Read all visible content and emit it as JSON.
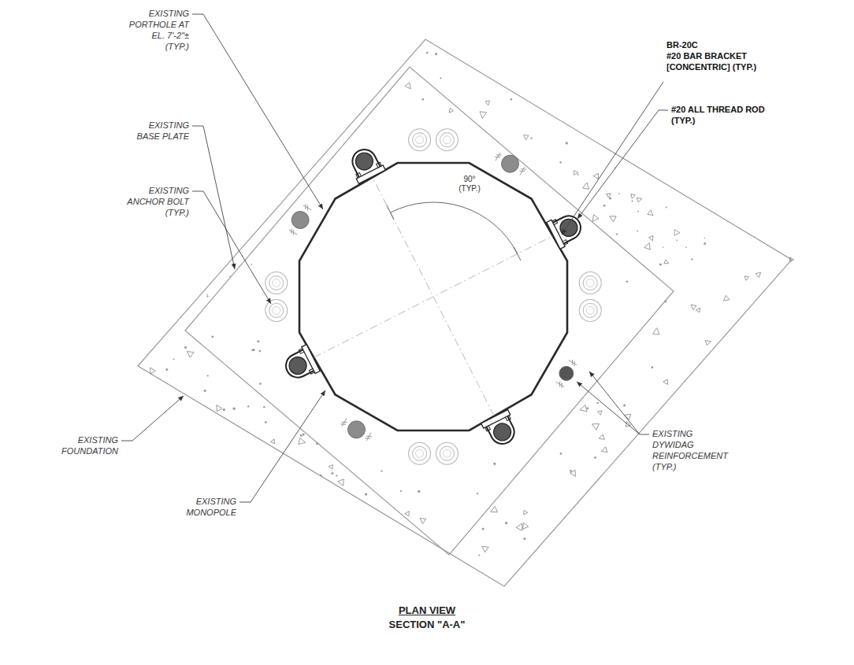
{
  "diagram": {
    "caption": "PLAN VIEW",
    "labels": [
      "EXISTING PORTHOLE AT EL. 7'-2\"± (TYP.)",
      "EXISTING BASE PLATE",
      "EXISTING ANCHOR BOLT (TYP.)",
      "EXISTING FOUNDATION",
      "EXISTING MONOPOLE",
      "BR-20C",
      "#20 BAR BRACKET [CONCENTRIC] (TYP.)",
      "#20 ALL THREAD ROD (TYP.)",
      "90° (TYP.)",
      "EXISTING DYWIDAG REINFORCEMENT (TYP.)",
      "SECTION \"A-A\""
    ]
  }
}
